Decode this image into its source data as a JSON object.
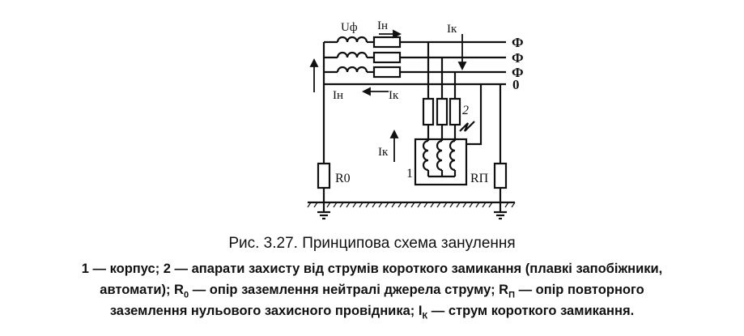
{
  "labels": {
    "phase_voltage": "Uф",
    "current_in": "Iн",
    "current_k_top": "Iк",
    "phase_1": "Ф",
    "phase_2": "Ф",
    "phase_3": "Ф",
    "neutral": "0",
    "current_return_left": "Iн",
    "current_return_mid": "Iк",
    "current_enclosure": "Iк",
    "body_num": "1",
    "protection_num": "2",
    "r0": "R0",
    "rp": "RП"
  },
  "caption": {
    "title": "Рис. 3.27. Принципова схема занулення",
    "line1": "1 — корпус; 2 — апарати захисту від струмів короткого замикання (плавкі запобіжники,",
    "line2_a": "автомати); R",
    "line2_sub": "0",
    "line2_b": " — опір заземлення нейтралі джерела струму; R",
    "line2_sub2": "П",
    "line2_c": " — опір повторного",
    "line3_a": "заземлення нульового захисного провідника; I",
    "line3_sub": "К",
    "line3_b": " — струм короткого замикання."
  }
}
